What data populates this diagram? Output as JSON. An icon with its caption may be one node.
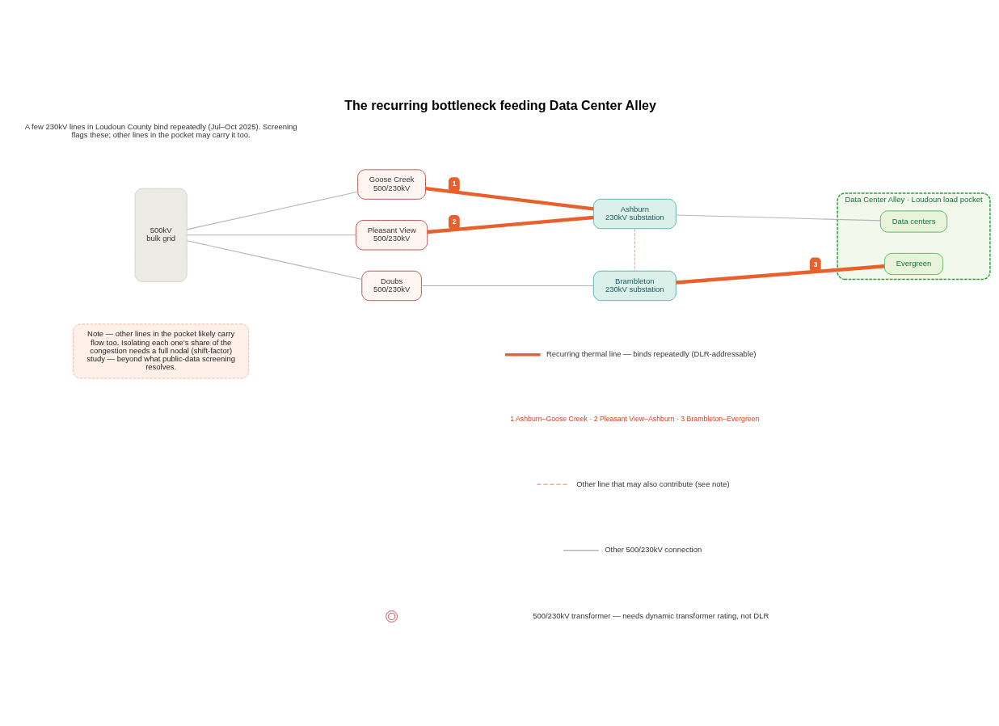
{
  "diagram": {
    "title": "The recurring bottleneck feeding Data Center Alley",
    "nodes": [
      {
        "text": [
          "500kV",
          "bulk grid"
        ]
      },
      {
        "text": [
          "Goose Creek",
          "500/230kV"
        ]
      },
      {
        "text": [
          "Pleasant View",
          "500/230kV"
        ]
      },
      {
        "text": [
          "Doubs",
          "500/230kV"
        ]
      },
      {
        "text": [
          "Ashburn",
          "230kV substation"
        ]
      },
      {
        "text": [
          "Brambleton",
          "230kV substation"
        ]
      },
      {
        "text": [
          "Data Center Alley · Loudoun load pocket"
        ]
      },
      {
        "text": [
          "Data centers"
        ],
        "in": 6
      },
      {
        "text": [
          "Evergreen"
        ],
        "in": 6
      },
      {
        "text": [
          "Note — other lines in the pocket likely carry flow too. Isolating each one’s share of the congestion needs a full nodal (shift-factor) study — beyond what public-data screening resolves."
        ]
      }
    ],
    "edges": [
      {
        "from": 0,
        "to": 1,
        "arrow": "none"
      },
      {
        "from": 0,
        "to": 2,
        "arrow": "none"
      },
      {
        "from": 0,
        "to": 3,
        "arrow": "none"
      },
      {
        "from": 1,
        "to": 4,
        "arrow": "none",
        "label": "1",
        "style": "thick",
        "color": "#e8602c"
      },
      {
        "from": 2,
        "to": 4,
        "arrow": "none",
        "label": "2",
        "style": "thick",
        "color": "#e8602c"
      },
      {
        "from": 3,
        "to": 5,
        "arrow": "none"
      },
      {
        "from": 4,
        "to": 5,
        "arrow": "none",
        "style": "dashed",
        "color": "#f4a58a"
      },
      {
        "from": 4,
        "to": 7,
        "arrow": "none"
      },
      {
        "from": 5,
        "to": 8,
        "arrow": "none",
        "label": "3",
        "style": "thick",
        "color": "#e8602c"
      }
    ],
    "labels": [
      "A few 230kV lines in Loudoun County bind repeatedly (Jul–Oct 2025). Screening flags these; other lines in the pocket may carry it too.",
      "1 Ashburn–Goose Creek · 2 Pleasant View–Ashburn · 3 Brambleton–Evergreen"
    ],
    "legend": [
      {
        "text": "Recurring thermal line — binds repeatedly (DLR-addressable)"
      },
      {
        "text": "Other line that may also contribute (see note)"
      },
      {
        "text": "Other 500/230kV connection"
      },
      {
        "text": "500/230kV transformer — needs dynamic transformer rating, not DLR"
      }
    ]
  }
}
